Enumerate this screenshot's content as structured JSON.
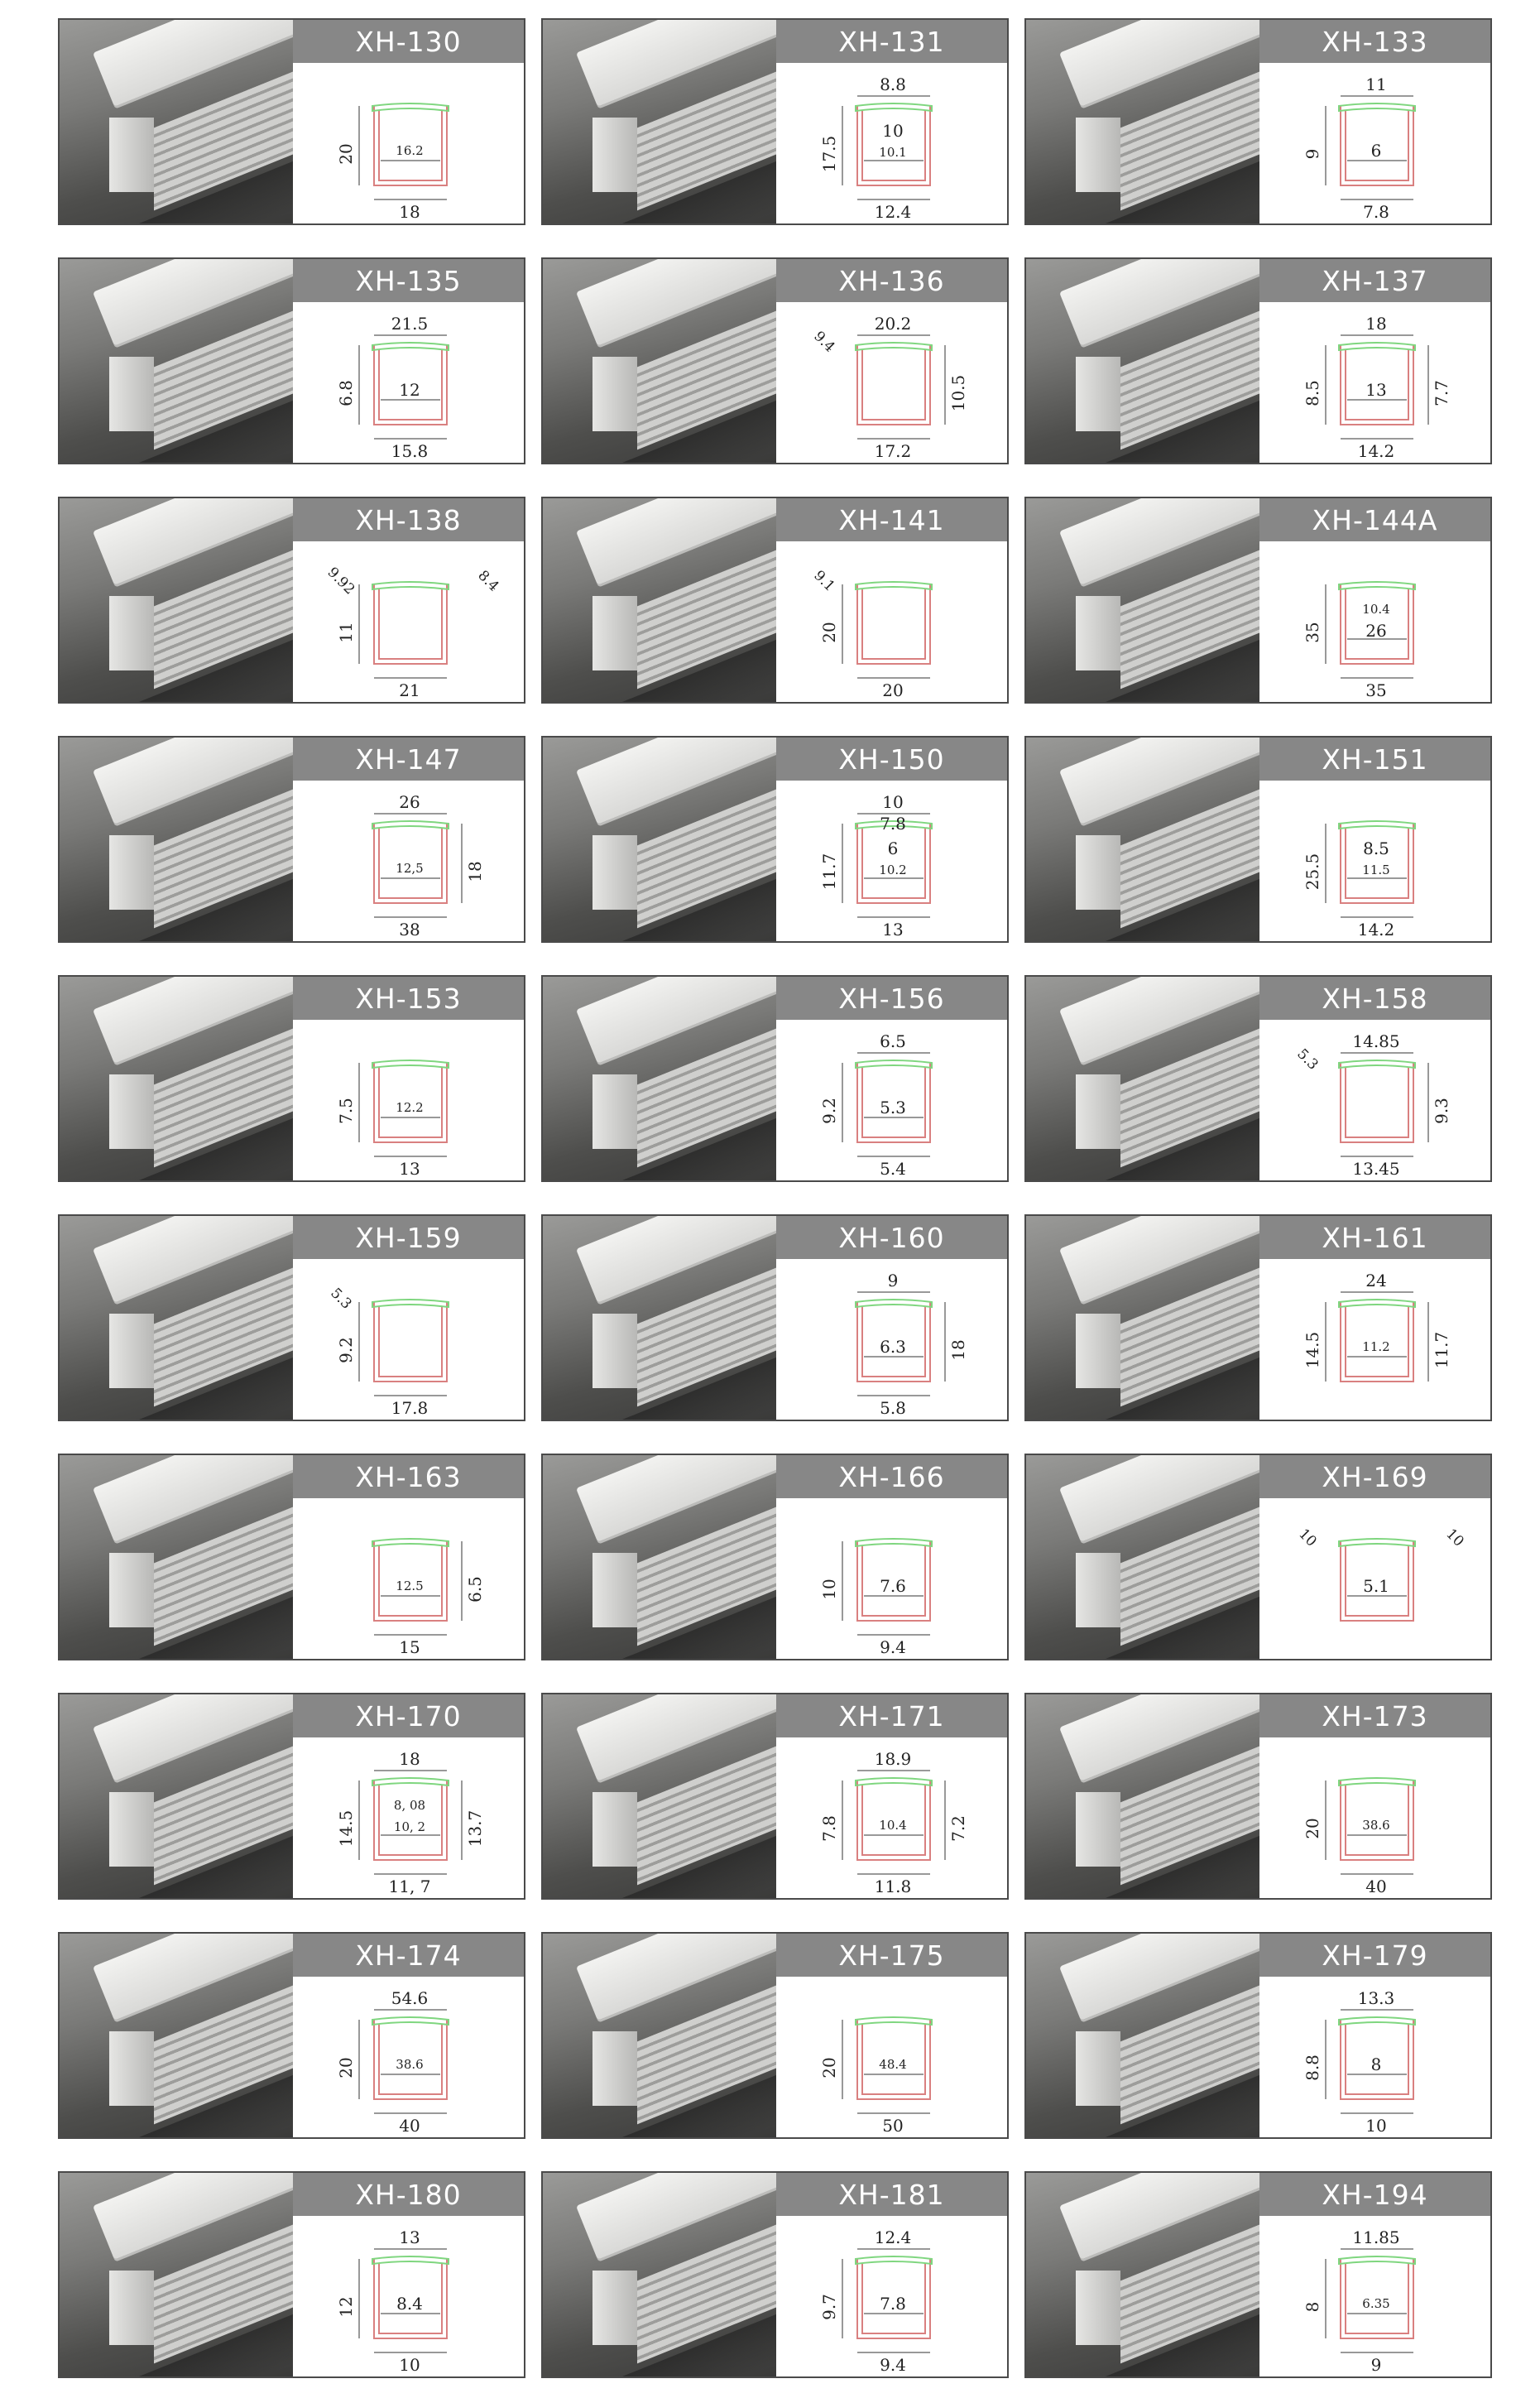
{
  "colors": {
    "header": "#878787",
    "profile": "#d98080",
    "diffuser": "#7fd67f",
    "border": "#4a4a4a"
  },
  "products": [
    {
      "code": "XH-130",
      "dims": {
        "left": [
          "20"
        ],
        "inner": [
          "16.2"
        ],
        "bottom": [
          "18"
        ]
      }
    },
    {
      "code": "XH-131",
      "dims": {
        "top": [
          "8.8"
        ],
        "inner": [
          "10",
          "10.1"
        ],
        "left": [
          "17.5"
        ],
        "bottom": [
          "12.4"
        ]
      }
    },
    {
      "code": "XH-133",
      "dims": {
        "top": [
          "11"
        ],
        "left": [
          "9"
        ],
        "inner": [
          "6"
        ],
        "bottom": [
          "7.8"
        ]
      }
    },
    {
      "code": "XH-135",
      "dims": {
        "top": [
          "21.5"
        ],
        "left": [
          "6.8"
        ],
        "inner": [
          "12"
        ],
        "bottom": [
          "15.8"
        ]
      }
    },
    {
      "code": "XH-136",
      "dims": {
        "top": [
          "20.2"
        ],
        "diag": [
          "9.4"
        ],
        "right": [
          "10.5"
        ],
        "bottom": [
          "17.2"
        ]
      }
    },
    {
      "code": "XH-137",
      "dims": {
        "top": [
          "18"
        ],
        "left": [
          "8.5"
        ],
        "inner": [
          "13"
        ],
        "right": [
          "7.7"
        ],
        "bottom": [
          "14.2"
        ]
      }
    },
    {
      "code": "XH-138",
      "dims": {
        "diag": [
          "9.92",
          "8.4"
        ],
        "left": [
          "11"
        ],
        "bottom": [
          "21"
        ]
      }
    },
    {
      "code": "XH-141",
      "dims": {
        "left": [
          "20"
        ],
        "diag": [
          "9.1"
        ],
        "bottom": [
          "20"
        ]
      }
    },
    {
      "code": "XH-144A",
      "dims": {
        "left": [
          "35"
        ],
        "inner": [
          "10.4",
          "26"
        ],
        "bottom": [
          "35"
        ]
      }
    },
    {
      "code": "XH-147",
      "dims": {
        "top": [
          "26"
        ],
        "inner": [
          "12,5"
        ],
        "right": [
          "18"
        ],
        "bottom": [
          "38"
        ]
      }
    },
    {
      "code": "XH-150",
      "dims": {
        "top": [
          "10",
          "7.8"
        ],
        "inner": [
          "6",
          "10.2"
        ],
        "left": [
          "11.7"
        ],
        "bottom": [
          "13"
        ]
      }
    },
    {
      "code": "XH-151",
      "dims": {
        "left": [
          "25.5"
        ],
        "inner": [
          "8.5",
          "11.5"
        ],
        "bottom": [
          "14.2"
        ]
      }
    },
    {
      "code": "XH-153",
      "dims": {
        "left": [
          "7.5"
        ],
        "inner": [
          "12.2"
        ],
        "bottom": [
          "13"
        ]
      }
    },
    {
      "code": "XH-156",
      "dims": {
        "top": [
          "6.5"
        ],
        "left": [
          "9.2"
        ],
        "inner": [
          "5.3"
        ],
        "bottom": [
          "5.4"
        ]
      }
    },
    {
      "code": "XH-158",
      "dims": {
        "top": [
          "14.85"
        ],
        "diag": [
          "5.3"
        ],
        "right": [
          "9.3"
        ],
        "bottom": [
          "13.45"
        ]
      }
    },
    {
      "code": "XH-159",
      "dims": {
        "left": [
          "9.2"
        ],
        "diag": [
          "5.3"
        ],
        "bottom": [
          "17.8"
        ]
      }
    },
    {
      "code": "XH-160",
      "dims": {
        "top": [
          "9"
        ],
        "inner": [
          "6.3"
        ],
        "right": [
          "18"
        ],
        "bottom": [
          "5.8"
        ]
      }
    },
    {
      "code": "XH-161",
      "dims": {
        "top": [
          "24"
        ],
        "inner": [
          "11.2"
        ],
        "left": [
          "14.5"
        ],
        "right": [
          "11.7"
        ]
      }
    },
    {
      "code": "XH-163",
      "dims": {
        "inner": [
          "12.5"
        ],
        "right": [
          "6.5"
        ],
        "bottom": [
          "15"
        ]
      }
    },
    {
      "code": "XH-166",
      "dims": {
        "left": [
          "10"
        ],
        "inner": [
          "7.6"
        ],
        "bottom": [
          "9.4"
        ]
      }
    },
    {
      "code": "XH-169",
      "dims": {
        "inner": [
          "5.1"
        ],
        "diag": [
          "10",
          "10"
        ]
      }
    },
    {
      "code": "XH-170",
      "dims": {
        "top": [
          "18"
        ],
        "inner": [
          "8, 08",
          "10, 2"
        ],
        "left": [
          "14.5"
        ],
        "right": [
          "13.7"
        ],
        "bottom": [
          "11, 7"
        ]
      }
    },
    {
      "code": "XH-171",
      "dims": {
        "top": [
          "18.9"
        ],
        "left": [
          "7.8"
        ],
        "inner": [
          "10.4"
        ],
        "right": [
          "7.2"
        ],
        "bottom": [
          "11.8"
        ]
      }
    },
    {
      "code": "XH-173",
      "dims": {
        "left": [
          "20"
        ],
        "inner": [
          "38.6"
        ],
        "bottom": [
          "40"
        ]
      }
    },
    {
      "code": "XH-174",
      "dims": {
        "top": [
          "54.6"
        ],
        "left": [
          "20"
        ],
        "inner": [
          "38.6"
        ],
        "bottom": [
          "40"
        ]
      }
    },
    {
      "code": "XH-175",
      "dims": {
        "left": [
          "20"
        ],
        "inner": [
          "48.4"
        ],
        "bottom": [
          "50"
        ]
      }
    },
    {
      "code": "XH-179",
      "dims": {
        "top": [
          "13.3"
        ],
        "left": [
          "8.8"
        ],
        "inner": [
          "8"
        ],
        "bottom": [
          "10"
        ]
      }
    },
    {
      "code": "XH-180",
      "dims": {
        "top": [
          "13"
        ],
        "left": [
          "12"
        ],
        "inner": [
          "8.4"
        ],
        "bottom": [
          "10"
        ]
      }
    },
    {
      "code": "XH-181",
      "dims": {
        "top": [
          "12.4"
        ],
        "left": [
          "9.7"
        ],
        "inner": [
          "7.8"
        ],
        "bottom": [
          "9.4"
        ]
      }
    },
    {
      "code": "XH-194",
      "dims": {
        "top": [
          "11.85"
        ],
        "left": [
          "8"
        ],
        "inner": [
          "6.35"
        ],
        "bottom": [
          "9"
        ]
      }
    }
  ]
}
